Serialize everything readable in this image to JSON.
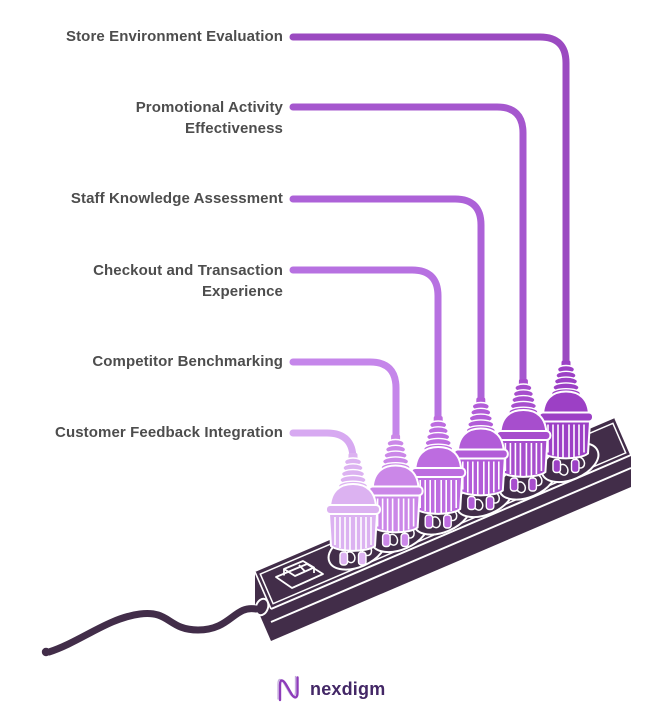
{
  "diagram": {
    "title_present": false,
    "background": "#ffffff",
    "label_text_color": "#4d4d4d",
    "strip_color": "#422d49",
    "items": [
      {
        "label": "Store Environment Evaluation",
        "color": "#9b4ac1"
      },
      {
        "label": "Promotional Activity Effectiveness",
        "color": "#a557ce"
      },
      {
        "label": "Staff Knowledge Assessment",
        "color": "#ad62d8"
      },
      {
        "label": "Checkout and Transaction Experience",
        "color": "#b771e1"
      },
      {
        "label": "Competitor Benchmarking",
        "color": "#c586ea"
      },
      {
        "label": "Customer Feedback Integration",
        "color": "#d7a9f1"
      }
    ],
    "plug_colors": [
      "#dcb2f1",
      "#cb87e8",
      "#bd6ce0",
      "#b25cd8",
      "#a74ecd",
      "#9c40c5"
    ]
  },
  "footer": {
    "brand": "nexdigm",
    "brand_text_color": "#432766",
    "glyph_color": "#8d3cba",
    "glyph_echo_color": "#c5aede"
  }
}
